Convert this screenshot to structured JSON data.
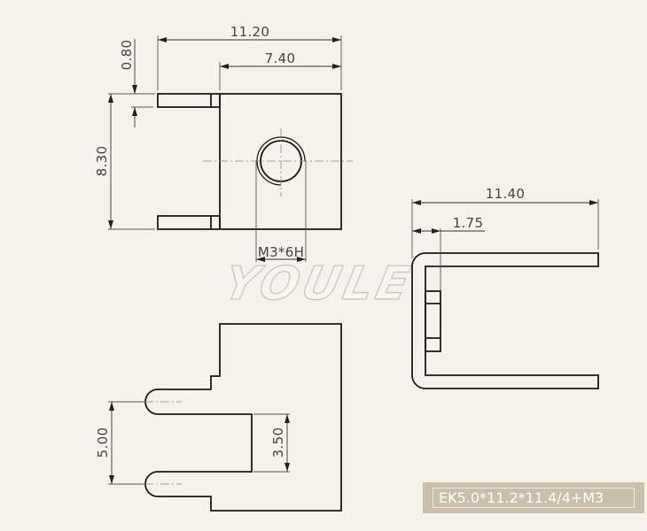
{
  "watermark": "YOULE",
  "top_view": {
    "dims": {
      "overall_width": "11.20",
      "body_width": "7.40",
      "tab_thickness": "0.80",
      "height": "8.30",
      "thread": "M3*6H"
    }
  },
  "side_view": {
    "dims": {
      "overall_length": "11.40",
      "offset": "1.75"
    }
  },
  "bottom_view": {
    "dims": {
      "pin_pitch": "5.00",
      "slot_width": "3.50"
    }
  },
  "part_label": "EK5.0*11.2*11.4/4+M3",
  "colors": {
    "background": "#f5f2ea",
    "label_bg": "#cbbfa9",
    "line": "#1a1a1a"
  }
}
